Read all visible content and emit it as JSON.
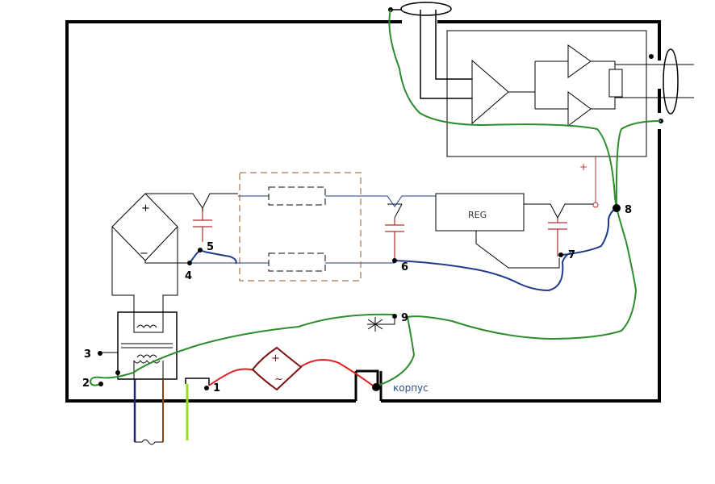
{
  "colors": {
    "frame": "#000000",
    "wire_black": "#000000",
    "wire_navy": "#1f3a8a",
    "wire_green": "#2e8b2e",
    "wire_red": "#e02020",
    "capacitor": "#b03030",
    "dashed_box": "#8b5a2b",
    "ac_source": "#7a1414",
    "lead_blue": "#1a237e",
    "lead_brown": "#8b4513",
    "lead_yellowgreen": "#99dd22"
  },
  "labels": {
    "n1": "1",
    "n2": "2",
    "n3": "3",
    "n4": "4",
    "n5": "5",
    "n6": "6",
    "n7": "7",
    "n8": "8",
    "n9": "9",
    "reg": "REG",
    "korpus": "корпус",
    "bridge_plus": "+",
    "bridge_minus": "−",
    "plus_mark": "+",
    "ac_plus": "+",
    "ac_tilde": "~"
  }
}
